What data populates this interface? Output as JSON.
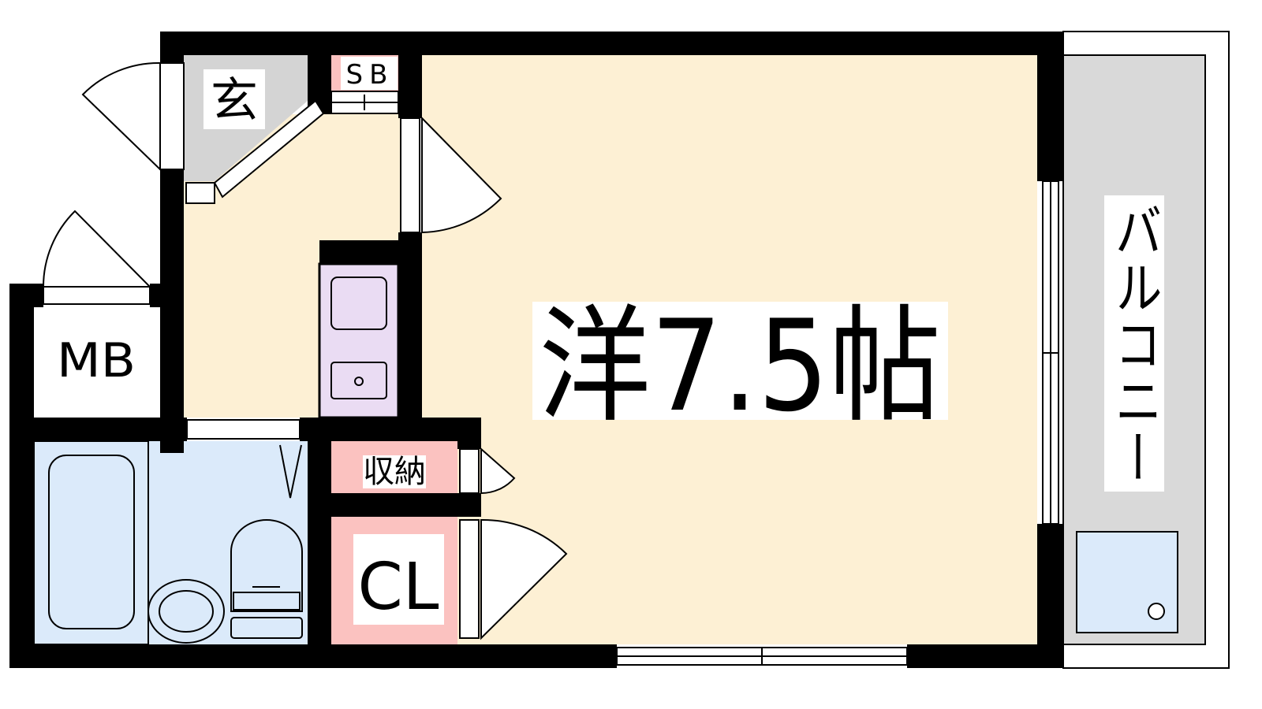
{
  "floorplan": {
    "labels": {
      "main_room": "洋7.5帖",
      "genkan": "玄",
      "shoe_box": "SB",
      "meter_box": "MB",
      "storage": "収納",
      "closet": "CL",
      "balcony": "バルコニー"
    },
    "colors": {
      "wall": "#000000",
      "main_room": "#fdf0d4",
      "genkan": "#d4d4d4",
      "bath": "#dbeafa",
      "kitchen": "#eadcf3",
      "closet": "#fbc2c0",
      "balcony": "#d9d9d9",
      "washer": "#dbeafa",
      "window": "#ffffff"
    }
  }
}
